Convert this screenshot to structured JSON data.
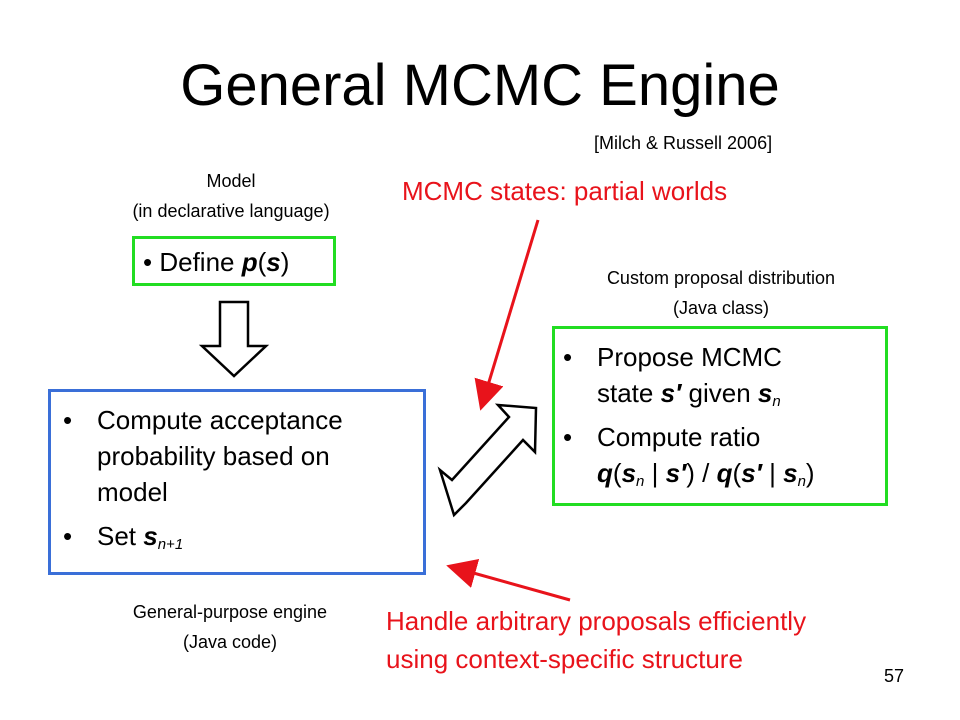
{
  "slide": {
    "title": "General MCMC Engine",
    "citation": "[Milch & Russell 2006]",
    "slide_number": "57"
  },
  "model": {
    "caption_line1": "Model",
    "caption_line2": "(in declarative language)",
    "item_prefix": "Define ",
    "item_p": "p",
    "item_open": "(",
    "item_s": "s",
    "item_close": ")"
  },
  "annotations": {
    "mcmc_states": "MCMC states: partial worlds",
    "handle_line1": "Handle arbitrary proposals efficiently",
    "handle_line2": "using context-specific structure"
  },
  "proposal": {
    "caption_line1": "Custom proposal distribution",
    "caption_line2": "(Java class)",
    "item1_text1": "Propose MCMC",
    "item1_text2": "state ",
    "item1_s_prime": "s′",
    "item1_text3": " given ",
    "item1_s": "s",
    "item1_sub": "n",
    "item2_text1": "Compute ratio",
    "item2_formula": {
      "q1": "q",
      "open1": "(",
      "s1": "s",
      "sub1": "n",
      "bar1": " | ",
      "sp1": "s′",
      "close1": ")",
      "slash": " / ",
      "q2": "q",
      "open2": "(",
      "sp2": "s′",
      "bar2": " | ",
      "s2": "s",
      "sub2": "n",
      "close2": ")"
    }
  },
  "engine": {
    "caption_line1": "General-purpose engine",
    "caption_line2": "(Java code)",
    "item1_line1": "Compute acceptance",
    "item1_line2": "probability based on",
    "item1_line3": "model",
    "item2_prefix": "Set ",
    "item2_s": "s",
    "item2_sub": "n+1"
  },
  "colors": {
    "accent_red": "#e8131b",
    "box_green": "#22dd22",
    "box_blue": "#3a6fd8"
  }
}
